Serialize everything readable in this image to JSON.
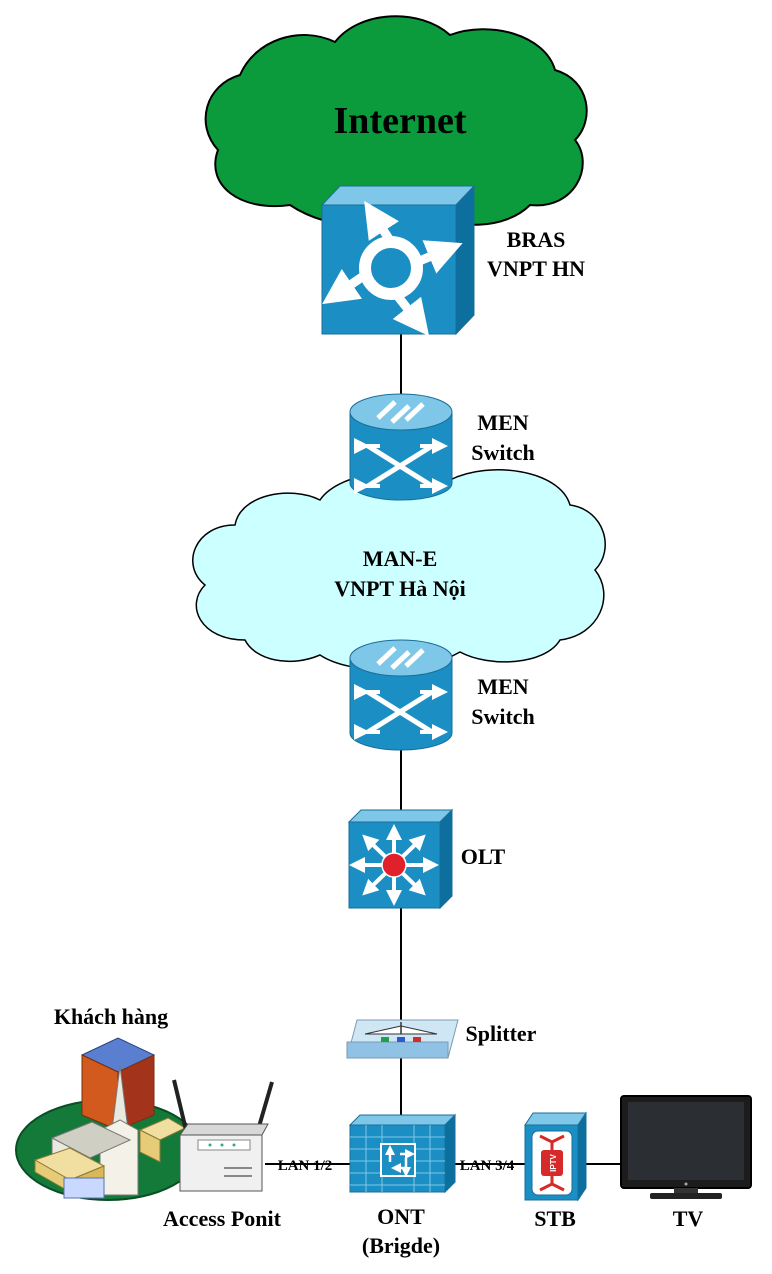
{
  "labels": {
    "internet": "Internet",
    "bras_line1": "BRAS",
    "bras_line2": "VNPT HN",
    "men_top_line1": "MEN",
    "men_top_line2": "Switch",
    "mane_line1": "MAN-E",
    "mane_line2": "VNPT Hà Nội",
    "men_bottom_line1": "MEN",
    "men_bottom_line2": "Switch",
    "olt": "OLT",
    "splitter": "Splitter",
    "customer": "Khách hàng",
    "lan_left": "LAN 1/2",
    "lan_right": "LAN 3/4",
    "access_point": "Access Ponit",
    "ont_line1": "ONT",
    "ont_line2": "(Brigde)",
    "stb": "STB",
    "tv": "TV",
    "stb_chip": "IPTV"
  },
  "colors": {
    "internet_cloud": "#0c9b3c",
    "mane_cloud": "#ccffff",
    "cisco_blue": "#1b8fc4",
    "dashed_link": "#cc1f1f",
    "olt_center": "#e0202a"
  },
  "icons": [
    "cloud-icon",
    "router-icon",
    "switch-icon",
    "multilayer-switch-icon",
    "splitter-icon",
    "building-icon",
    "access-point-icon",
    "ont-icon",
    "set-top-box-icon",
    "tv-icon"
  ]
}
